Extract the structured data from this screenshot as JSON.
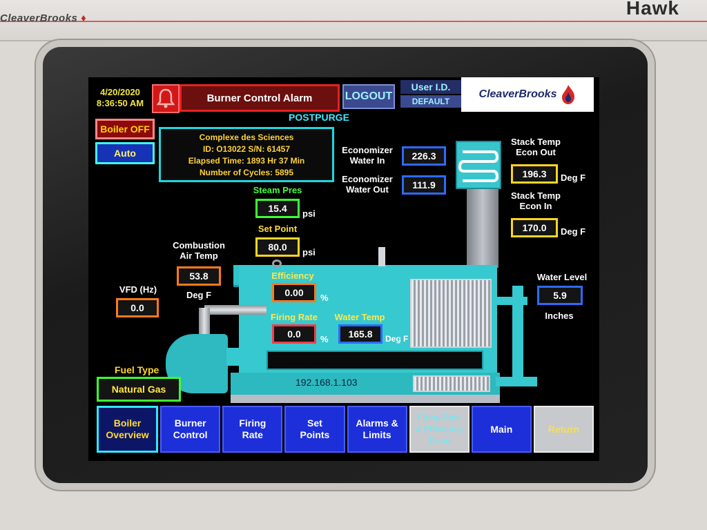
{
  "hardware": {
    "brand_text": "CleaverBrooks",
    "model_text": "Hawk"
  },
  "header": {
    "date": "4/20/2020",
    "time": "8:36:50 AM",
    "alarm_banner": "Burner Control Alarm",
    "logout_label": "LOGOUT",
    "user_id_label": "User I.D.",
    "user_id_value": "DEFAULT",
    "brand_logo_text": "CleaverBrooks"
  },
  "status": {
    "boiler_state": "Boiler OFF",
    "mode": "Auto",
    "sequence": "POSTPURGE"
  },
  "info": {
    "site": "Complexe des Sciences",
    "id_line": "ID: O13022  S/N: 61457",
    "elapsed": "Elapsed Time: 1893 Hr 37 Min",
    "cycles": "Number of Cycles: 5895"
  },
  "readings": {
    "economizer_in": {
      "label_1": "Economizer",
      "label_2": "Water In",
      "value": "226.3"
    },
    "economizer_out": {
      "label_1": "Economizer",
      "label_2": "Water Out",
      "value": "111.9"
    },
    "stack_econ_out": {
      "label_1": "Stack Temp",
      "label_2": "Econ Out",
      "value": "196.3",
      "unit": "Deg F"
    },
    "stack_econ_in": {
      "label_1": "Stack Temp",
      "label_2": "Econ In",
      "value": "170.0",
      "unit": "Deg F"
    },
    "steam_pres": {
      "label": "Steam Pres",
      "value": "15.4",
      "unit": "psi"
    },
    "set_point": {
      "label": "Set Point",
      "value": "80.0",
      "unit": "psi"
    },
    "combustion_air": {
      "label_1": "Combustion",
      "label_2": "Air Temp",
      "value": "53.8",
      "unit": "Deg F"
    },
    "vfd": {
      "label": "VFD (Hz)",
      "value": "0.0"
    },
    "efficiency": {
      "label": "Efficiency",
      "value": "0.00",
      "unit": "%"
    },
    "firing_rate": {
      "label": "Firing Rate",
      "value": "0.0",
      "unit": "%"
    },
    "water_temp": {
      "label": "Water Temp",
      "value": "165.8",
      "unit": "Deg F"
    },
    "water_level": {
      "label": "Water Level",
      "value": "5.9",
      "unit": "Inches"
    }
  },
  "boiler": {
    "ip_address": "192.168.1.103"
  },
  "fuel": {
    "label": "Fuel Type",
    "value": "Natural Gas"
  },
  "nav": {
    "boiler_overview": [
      "Boiler",
      "Overview"
    ],
    "burner_control": [
      "Burner",
      "Control"
    ],
    "firing_rate": [
      "Firing",
      "Rate"
    ],
    "set_points": [
      "Set",
      "Points"
    ],
    "alarms_limits": [
      "Alarms &",
      "Limits"
    ],
    "firing_trend": [
      "Firing Rate",
      "& Efficiency",
      "Trend"
    ],
    "main": [
      "Main"
    ],
    "return": [
      "Return"
    ]
  },
  "colors": {
    "screen_bg": "#000000",
    "nav_blue": "#1d2fd8",
    "alarm_red": "#e62222",
    "boiler_cyan": "#36c9cf"
  }
}
